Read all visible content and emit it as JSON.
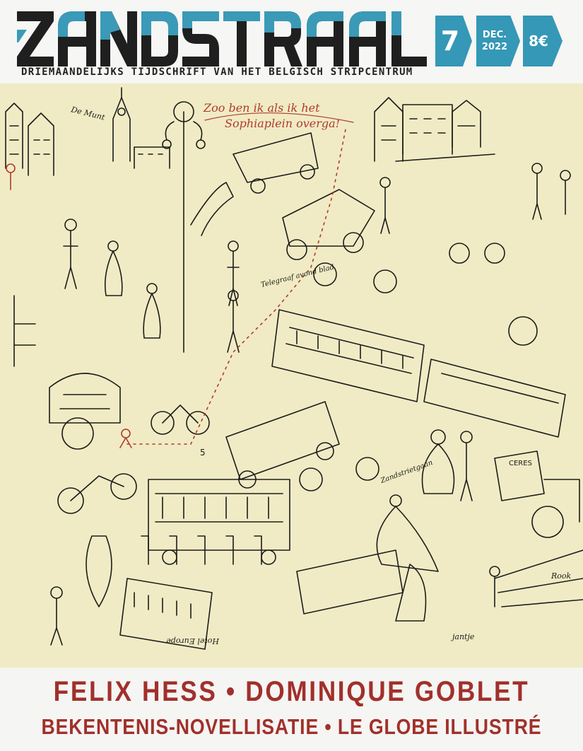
{
  "masthead": {
    "logo_text": "ZANDSTRAAL",
    "subtitle": "DRIEMAANDELIJKS TIJDSCHRIFT VAN HET BELGISCH STRIPCENTRUM",
    "issue_number": "7",
    "date_line1": "DEC.",
    "date_line2": "2022",
    "price": "8€"
  },
  "illustration": {
    "caption_line1": "Zoo ben ik als ik het",
    "caption_line2": "Sophiaplein overga!",
    "sign_de_munt": "De Munt",
    "sign_telegraaf": "Telegraaf avond blad",
    "sign_ceres": "CERES",
    "sign_hotel": "Hotel Europe",
    "sign_rook": "Rook",
    "sign_dribbel": "Zandstrietgaan",
    "tram_number": "5",
    "signature": "jantje",
    "accent_color": "#b03a2e"
  },
  "footer": {
    "headline": "FELIX HESS • DOMINIQUE GOBLET",
    "subheadline": "BEKENTENIS-NOVELLISATIE • LE GLOBE ILLUSTRÉ"
  }
}
